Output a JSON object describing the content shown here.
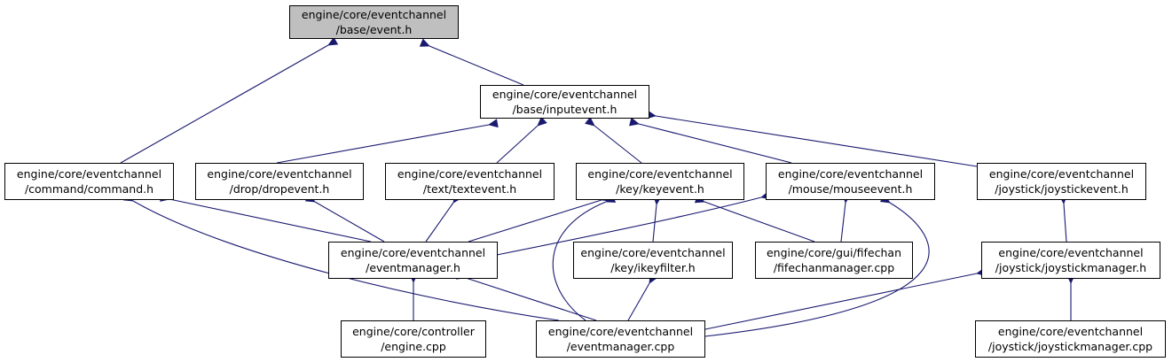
{
  "colors": {
    "edge": "#191970",
    "focus_fill": "#bfbfbf",
    "border": "#000000",
    "background": "#ffffff"
  },
  "nodes": {
    "event_h": {
      "line1": "engine/core/eventchannel",
      "line2": "/base/event.h"
    },
    "inputevent_h": {
      "line1": "engine/core/eventchannel",
      "line2": "/base/inputevent.h"
    },
    "command_h": {
      "line1": "engine/core/eventchannel",
      "line2": "/command/command.h"
    },
    "dropevent_h": {
      "line1": "engine/core/eventchannel",
      "line2": "/drop/dropevent.h"
    },
    "textevent_h": {
      "line1": "engine/core/eventchannel",
      "line2": "/text/textevent.h"
    },
    "keyevent_h": {
      "line1": "engine/core/eventchannel",
      "line2": "/key/keyevent.h"
    },
    "mouseevent_h": {
      "line1": "engine/core/eventchannel",
      "line2": "/mouse/mouseevent.h"
    },
    "joystickevent_h": {
      "line1": "engine/core/eventchannel",
      "line2": "/joystick/joystickevent.h"
    },
    "eventmanager_h": {
      "line1": "engine/core/eventchannel",
      "line2": "/eventmanager.h"
    },
    "ikeyfilter_h": {
      "line1": "engine/core/eventchannel",
      "line2": "/key/ikeyfilter.h"
    },
    "fifechanmanager_cpp": {
      "line1": "engine/core/gui/fifechan",
      "line2": "/fifechanmanager.cpp"
    },
    "joystickmanager_h": {
      "line1": "engine/core/eventchannel",
      "line2": "/joystick/joystickmanager.h"
    },
    "engine_cpp": {
      "line1": "engine/core/controller",
      "line2": "/engine.cpp"
    },
    "eventmanager_cpp": {
      "line1": "engine/core/eventchannel",
      "line2": "/eventmanager.cpp"
    },
    "joystickmanager_cpp": {
      "line1": "engine/core/eventchannel",
      "line2": "/joystick/joystickmanager.cpp"
    }
  },
  "edges": [
    {
      "from": "inputevent_h",
      "to": "event_h"
    },
    {
      "from": "command_h",
      "to": "event_h"
    },
    {
      "from": "dropevent_h",
      "to": "inputevent_h"
    },
    {
      "from": "textevent_h",
      "to": "inputevent_h"
    },
    {
      "from": "keyevent_h",
      "to": "inputevent_h"
    },
    {
      "from": "mouseevent_h",
      "to": "inputevent_h"
    },
    {
      "from": "joystickevent_h",
      "to": "inputevent_h"
    },
    {
      "from": "eventmanager_h",
      "to": "command_h"
    },
    {
      "from": "eventmanager_cpp",
      "to": "command_h"
    },
    {
      "from": "eventmanager_h",
      "to": "dropevent_h"
    },
    {
      "from": "eventmanager_h",
      "to": "textevent_h"
    },
    {
      "from": "eventmanager_h",
      "to": "keyevent_h"
    },
    {
      "from": "ikeyfilter_h",
      "to": "keyevent_h"
    },
    {
      "from": "fifechanmanager_cpp",
      "to": "keyevent_h"
    },
    {
      "from": "eventmanager_cpp",
      "to": "keyevent_h"
    },
    {
      "from": "eventmanager_h",
      "to": "mouseevent_h"
    },
    {
      "from": "fifechanmanager_cpp",
      "to": "mouseevent_h"
    },
    {
      "from": "eventmanager_cpp",
      "to": "mouseevent_h"
    },
    {
      "from": "joystickmanager_h",
      "to": "joystickevent_h"
    },
    {
      "from": "engine_cpp",
      "to": "eventmanager_h"
    },
    {
      "from": "eventmanager_cpp",
      "to": "eventmanager_h"
    },
    {
      "from": "eventmanager_cpp",
      "to": "ikeyfilter_h"
    },
    {
      "from": "eventmanager_cpp",
      "to": "joystickmanager_h"
    },
    {
      "from": "joystickmanager_cpp",
      "to": "joystickmanager_h"
    }
  ]
}
